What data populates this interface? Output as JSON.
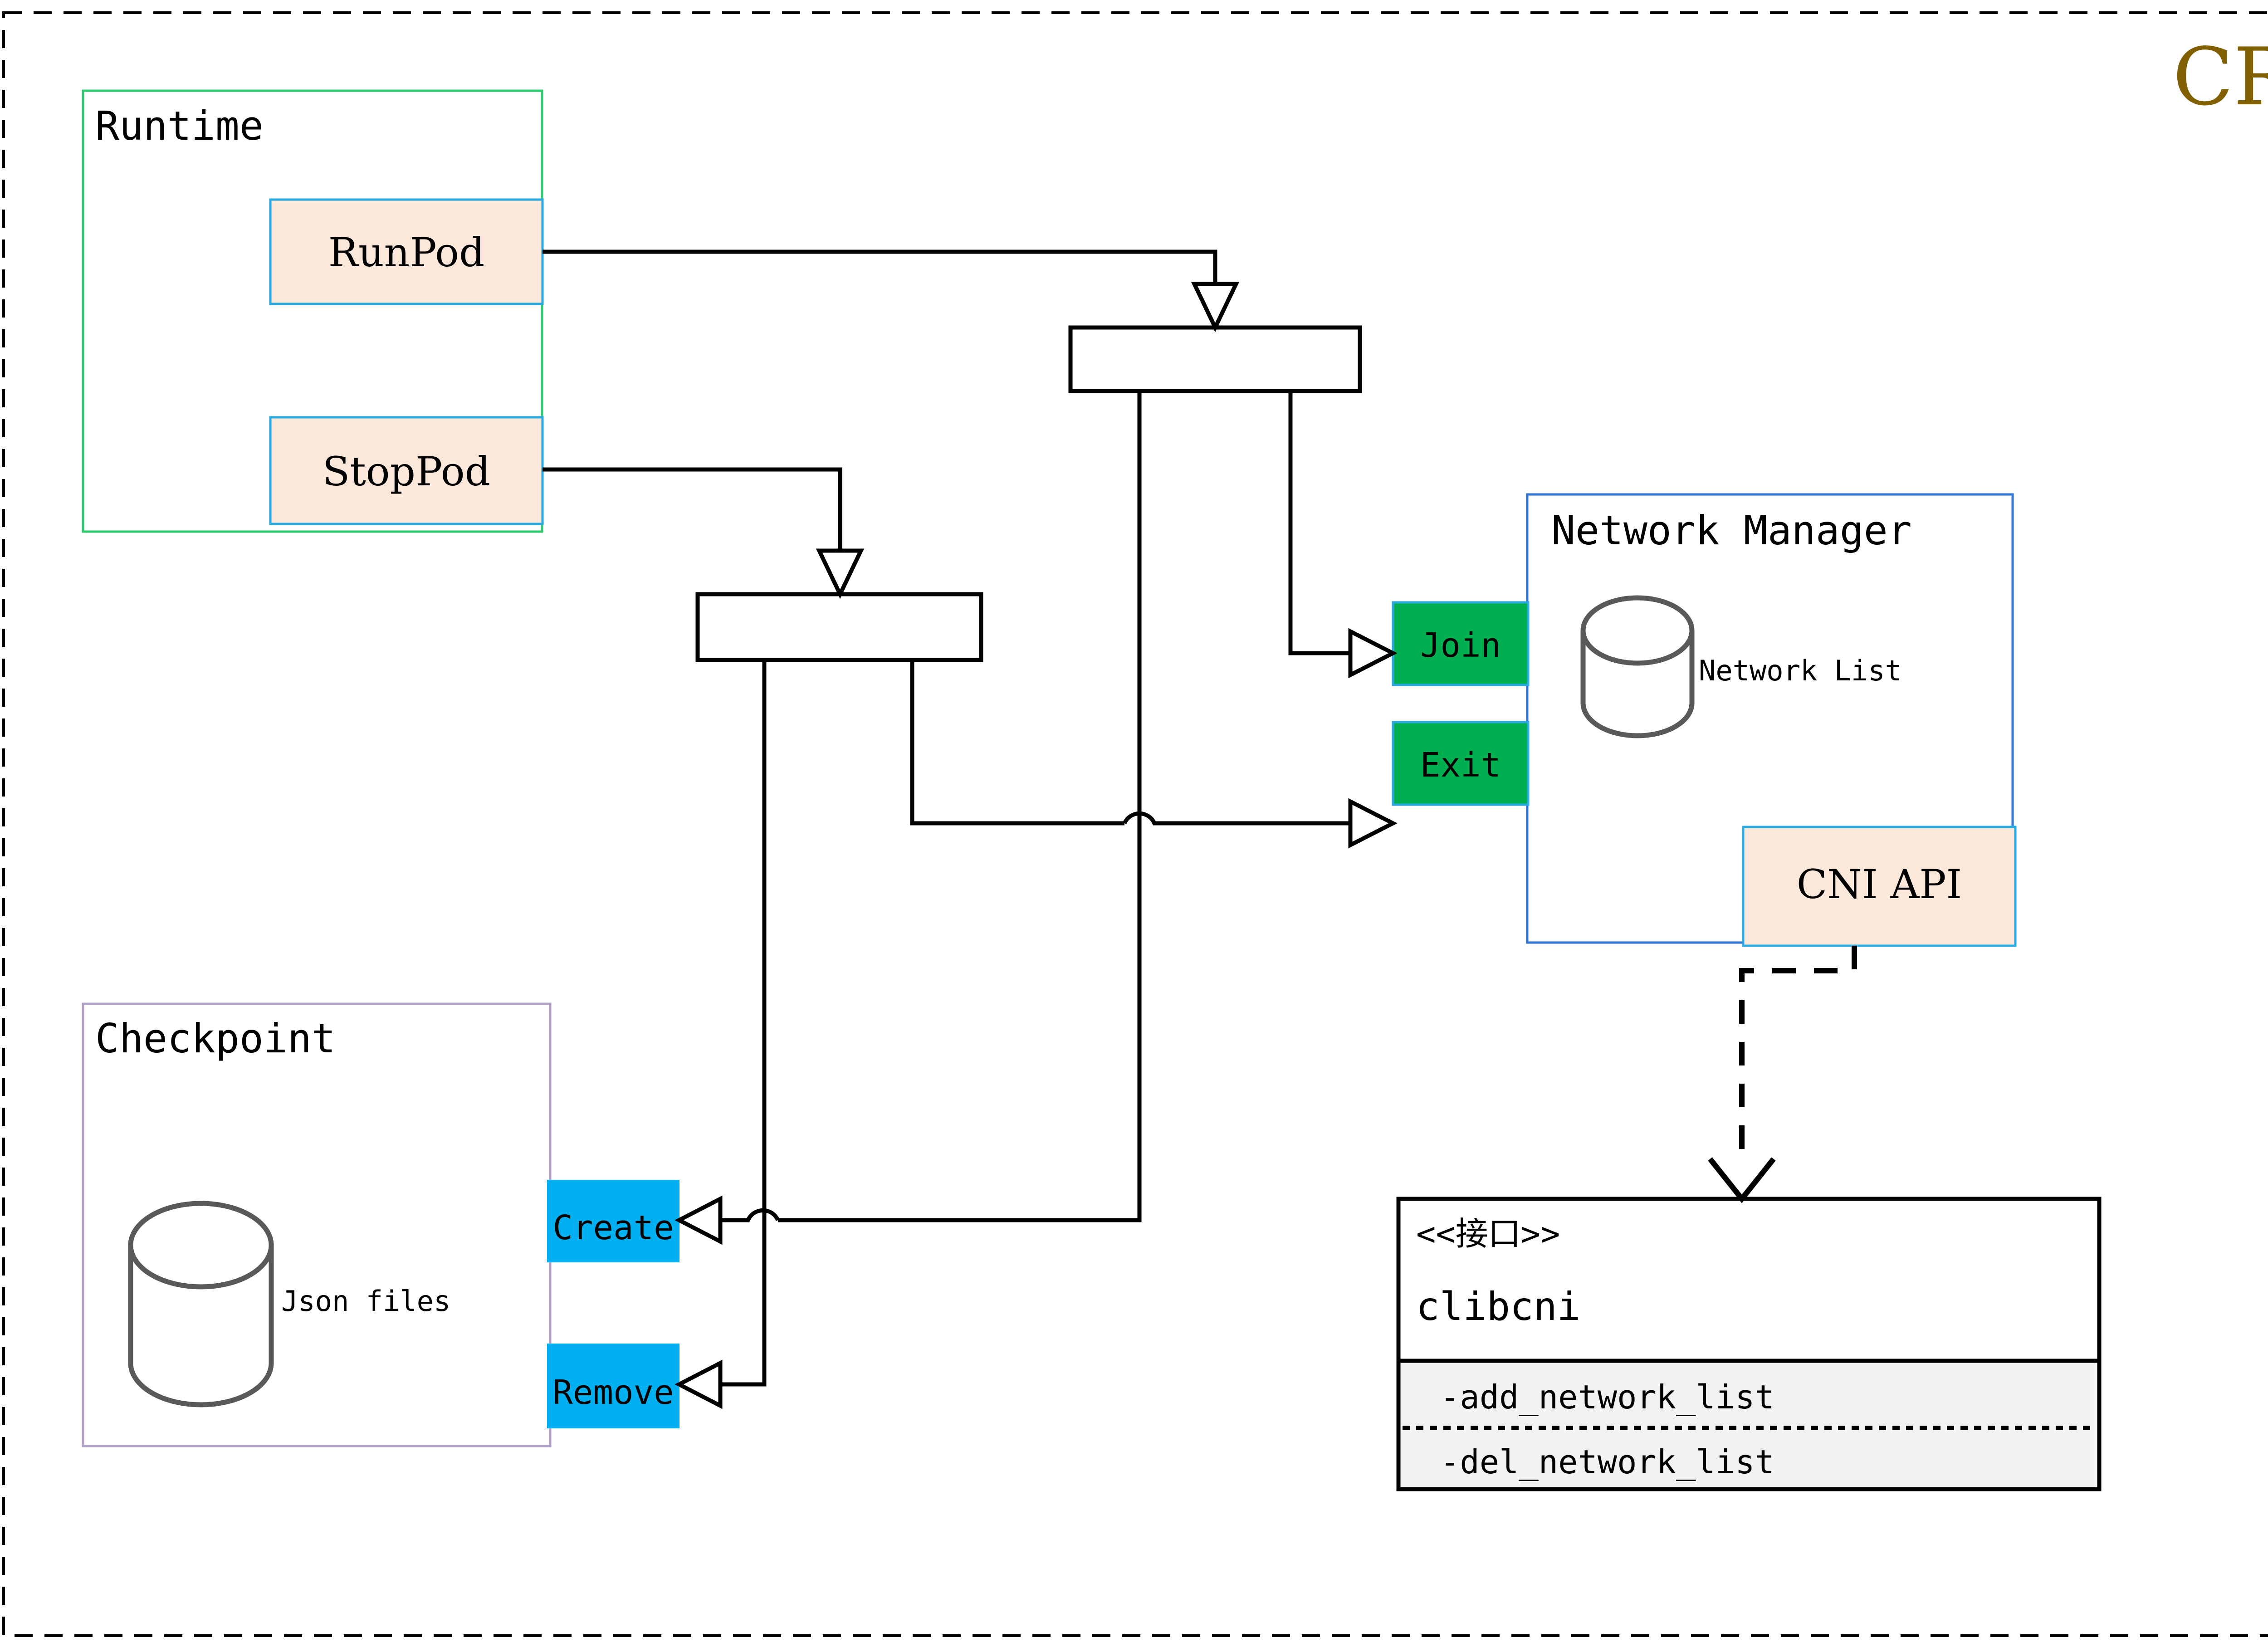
{
  "diagram": {
    "title": "CRI",
    "title_color": "#806000",
    "outer_frame_style": "dashed"
  },
  "containers": {
    "runtime": {
      "label": "Runtime",
      "border_color": "#2ecc71",
      "operations": [
        {
          "label": "RunPod",
          "fill": "#fce8da",
          "border": "#29abe2"
        },
        {
          "label": "StopPod",
          "fill": "#fce8da",
          "border": "#29abe2"
        }
      ]
    },
    "checkpoint": {
      "label": "Checkpoint",
      "border_color": "#b0a0c8",
      "store_label": "Json files",
      "store_icon": "cylinder-database-icon",
      "operations": [
        {
          "label": "Create",
          "fill": "#00b0f0"
        },
        {
          "label": "Remove",
          "fill": "#00b0f0"
        }
      ]
    },
    "network_manager": {
      "label": "Network Manager",
      "border_color": "#2e75d4",
      "store_label": "Network List",
      "store_icon": "cylinder-database-icon",
      "api_label": "CNI API",
      "api_fill": "#fce8da",
      "api_border": "#29abe2",
      "operations": [
        {
          "label": "Join",
          "fill": "#00b050",
          "border": "#29abe2"
        },
        {
          "label": "Exit",
          "fill": "#00b050",
          "border": "#29abe2"
        }
      ]
    }
  },
  "interface": {
    "stereotype": "<<接口>>",
    "name": "clibcni",
    "methods": [
      "-add_network_list",
      "-del_network_list"
    ]
  },
  "forks": [
    {
      "name": "runpod-fork",
      "label": ""
    },
    {
      "name": "stoppod-fork",
      "label": ""
    }
  ]
}
